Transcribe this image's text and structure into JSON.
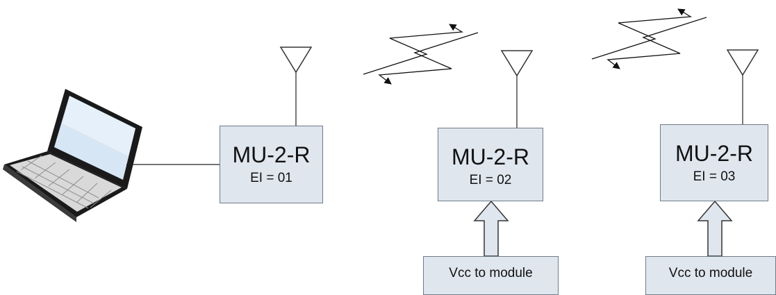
{
  "modules": [
    {
      "name": "MU-2-R",
      "ei": "EI = 01"
    },
    {
      "name": "MU-2-R",
      "ei": "EI = 02"
    },
    {
      "name": "MU-2-R",
      "ei": "EI = 03"
    }
  ],
  "power": [
    {
      "label": "Vcc to module"
    },
    {
      "label": "Vcc to module"
    }
  ],
  "colors": {
    "box_fill": "#dfe6ee",
    "box_border": "#6f7b88",
    "line": "#222222"
  },
  "icons": [
    "laptop-icon",
    "antenna-icon",
    "radio-link-icon",
    "power-arrow-icon"
  ]
}
